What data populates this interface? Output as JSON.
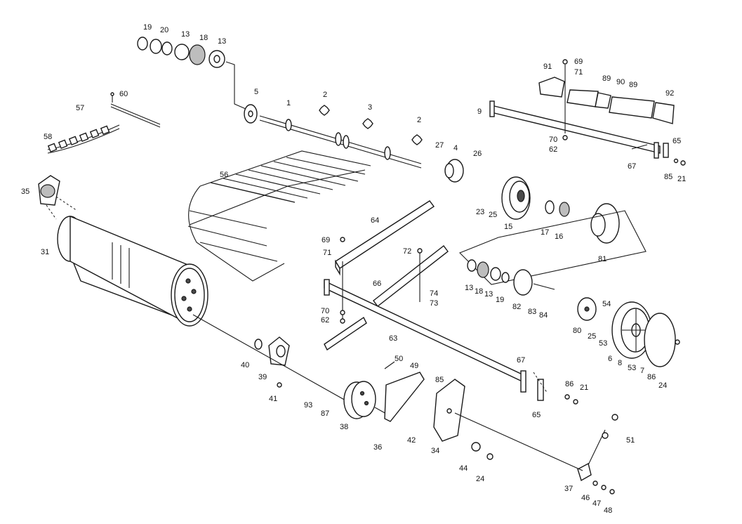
{
  "callouts": [
    {
      "id": "19a",
      "text": "19"
    },
    {
      "id": "20",
      "text": "20"
    },
    {
      "id": "13a",
      "text": "13"
    },
    {
      "id": "18a",
      "text": "18"
    },
    {
      "id": "13b",
      "text": "13"
    },
    {
      "id": "60",
      "text": "60"
    },
    {
      "id": "57",
      "text": "57"
    },
    {
      "id": "58",
      "text": "58"
    },
    {
      "id": "5",
      "text": "5"
    },
    {
      "id": "1",
      "text": "1"
    },
    {
      "id": "2a",
      "text": "2"
    },
    {
      "id": "3",
      "text": "3"
    },
    {
      "id": "2b",
      "text": "2"
    },
    {
      "id": "91",
      "text": "91"
    },
    {
      "id": "69a",
      "text": "69"
    },
    {
      "id": "71a",
      "text": "71"
    },
    {
      "id": "89a",
      "text": "89"
    },
    {
      "id": "90",
      "text": "90"
    },
    {
      "id": "89b",
      "text": "89"
    },
    {
      "id": "92",
      "text": "92"
    },
    {
      "id": "9",
      "text": "9"
    },
    {
      "id": "70a",
      "text": "70"
    },
    {
      "id": "62a",
      "text": "62"
    },
    {
      "id": "65a",
      "text": "65"
    },
    {
      "id": "67a",
      "text": "67"
    },
    {
      "id": "85a",
      "text": "85"
    },
    {
      "id": "21a",
      "text": "21"
    },
    {
      "id": "27",
      "text": "27"
    },
    {
      "id": "4",
      "text": "4"
    },
    {
      "id": "26",
      "text": "26"
    },
    {
      "id": "35",
      "text": "35"
    },
    {
      "id": "56",
      "text": "56"
    },
    {
      "id": "23",
      "text": "23"
    },
    {
      "id": "25a",
      "text": "25"
    },
    {
      "id": "15",
      "text": "15"
    },
    {
      "id": "17",
      "text": "17"
    },
    {
      "id": "16",
      "text": "16"
    },
    {
      "id": "64",
      "text": "64"
    },
    {
      "id": "81",
      "text": "81"
    },
    {
      "id": "31",
      "text": "31"
    },
    {
      "id": "69b",
      "text": "69"
    },
    {
      "id": "71b",
      "text": "71"
    },
    {
      "id": "72",
      "text": "72"
    },
    {
      "id": "13c",
      "text": "13"
    },
    {
      "id": "18b",
      "text": "18"
    },
    {
      "id": "13d",
      "text": "13"
    },
    {
      "id": "19b",
      "text": "19"
    },
    {
      "id": "82",
      "text": "82"
    },
    {
      "id": "83",
      "text": "83"
    },
    {
      "id": "84",
      "text": "84"
    },
    {
      "id": "66",
      "text": "66"
    },
    {
      "id": "74",
      "text": "74"
    },
    {
      "id": "73",
      "text": "73"
    },
    {
      "id": "54",
      "text": "54"
    },
    {
      "id": "80",
      "text": "80"
    },
    {
      "id": "25b",
      "text": "25"
    },
    {
      "id": "53a",
      "text": "53"
    },
    {
      "id": "70b",
      "text": "70"
    },
    {
      "id": "62b",
      "text": "62"
    },
    {
      "id": "63",
      "text": "63"
    },
    {
      "id": "6",
      "text": "6"
    },
    {
      "id": "8",
      "text": "8"
    },
    {
      "id": "53b",
      "text": "53"
    },
    {
      "id": "7",
      "text": "7"
    },
    {
      "id": "86a",
      "text": "86"
    },
    {
      "id": "24a",
      "text": "24"
    },
    {
      "id": "40",
      "text": "40"
    },
    {
      "id": "39",
      "text": "39"
    },
    {
      "id": "67b",
      "text": "67"
    },
    {
      "id": "50",
      "text": "50"
    },
    {
      "id": "49",
      "text": "49"
    },
    {
      "id": "85b",
      "text": "85"
    },
    {
      "id": "41",
      "text": "41"
    },
    {
      "id": "93",
      "text": "93"
    },
    {
      "id": "87",
      "text": "87"
    },
    {
      "id": "86b",
      "text": "86"
    },
    {
      "id": "21b",
      "text": "21"
    },
    {
      "id": "38",
      "text": "38"
    },
    {
      "id": "65b",
      "text": "65"
    },
    {
      "id": "42",
      "text": "42"
    },
    {
      "id": "36",
      "text": "36"
    },
    {
      "id": "34",
      "text": "34"
    },
    {
      "id": "51",
      "text": "51"
    },
    {
      "id": "44",
      "text": "44"
    },
    {
      "id": "24b",
      "text": "24"
    },
    {
      "id": "37",
      "text": "37"
    },
    {
      "id": "46",
      "text": "46"
    },
    {
      "id": "47",
      "text": "47"
    },
    {
      "id": "48",
      "text": "48"
    }
  ]
}
